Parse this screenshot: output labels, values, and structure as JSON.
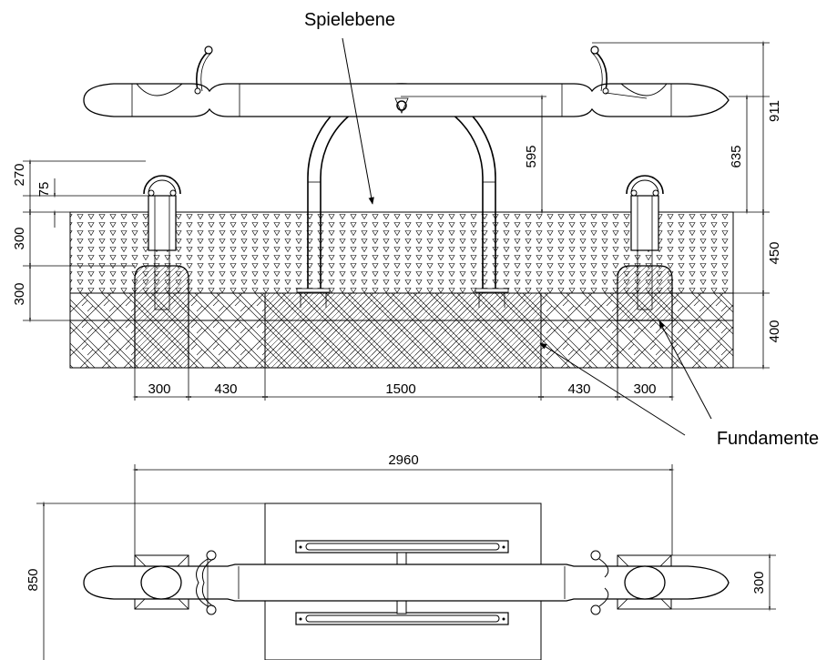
{
  "labels": {
    "play_level": "Spielebene",
    "foundations": "Fundamente"
  },
  "dimensions": {
    "height_total": "911",
    "height_635": "635",
    "height_595": "595",
    "left_270": "270",
    "left_75": "75",
    "left_300_top": "300",
    "left_300_bottom": "300",
    "right_450": "450",
    "right_400": "400",
    "bottom_300_left": "300",
    "bottom_430_left": "430",
    "bottom_1500": "1500",
    "bottom_430_right": "430",
    "bottom_300_right": "300",
    "plan_length": "2960",
    "plan_width": "850",
    "plan_foundation": "300"
  }
}
